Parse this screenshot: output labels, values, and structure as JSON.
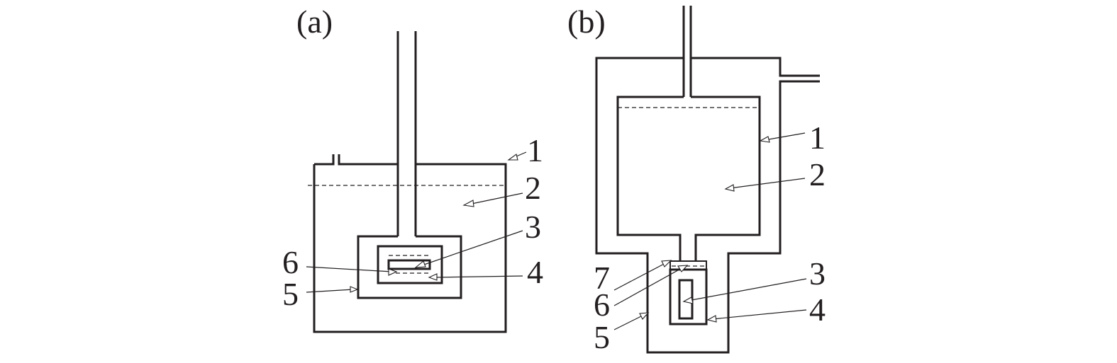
{
  "panels": {
    "a": {
      "title": "(a)",
      "labels": [
        "1",
        "2",
        "3",
        "4",
        "5",
        "6"
      ]
    },
    "b": {
      "title": "(b)",
      "labels": [
        "1",
        "2",
        "3",
        "4",
        "5",
        "6",
        "7"
      ]
    }
  },
  "colors": {
    "ink": "#231f20",
    "background": "#ffffff"
  }
}
